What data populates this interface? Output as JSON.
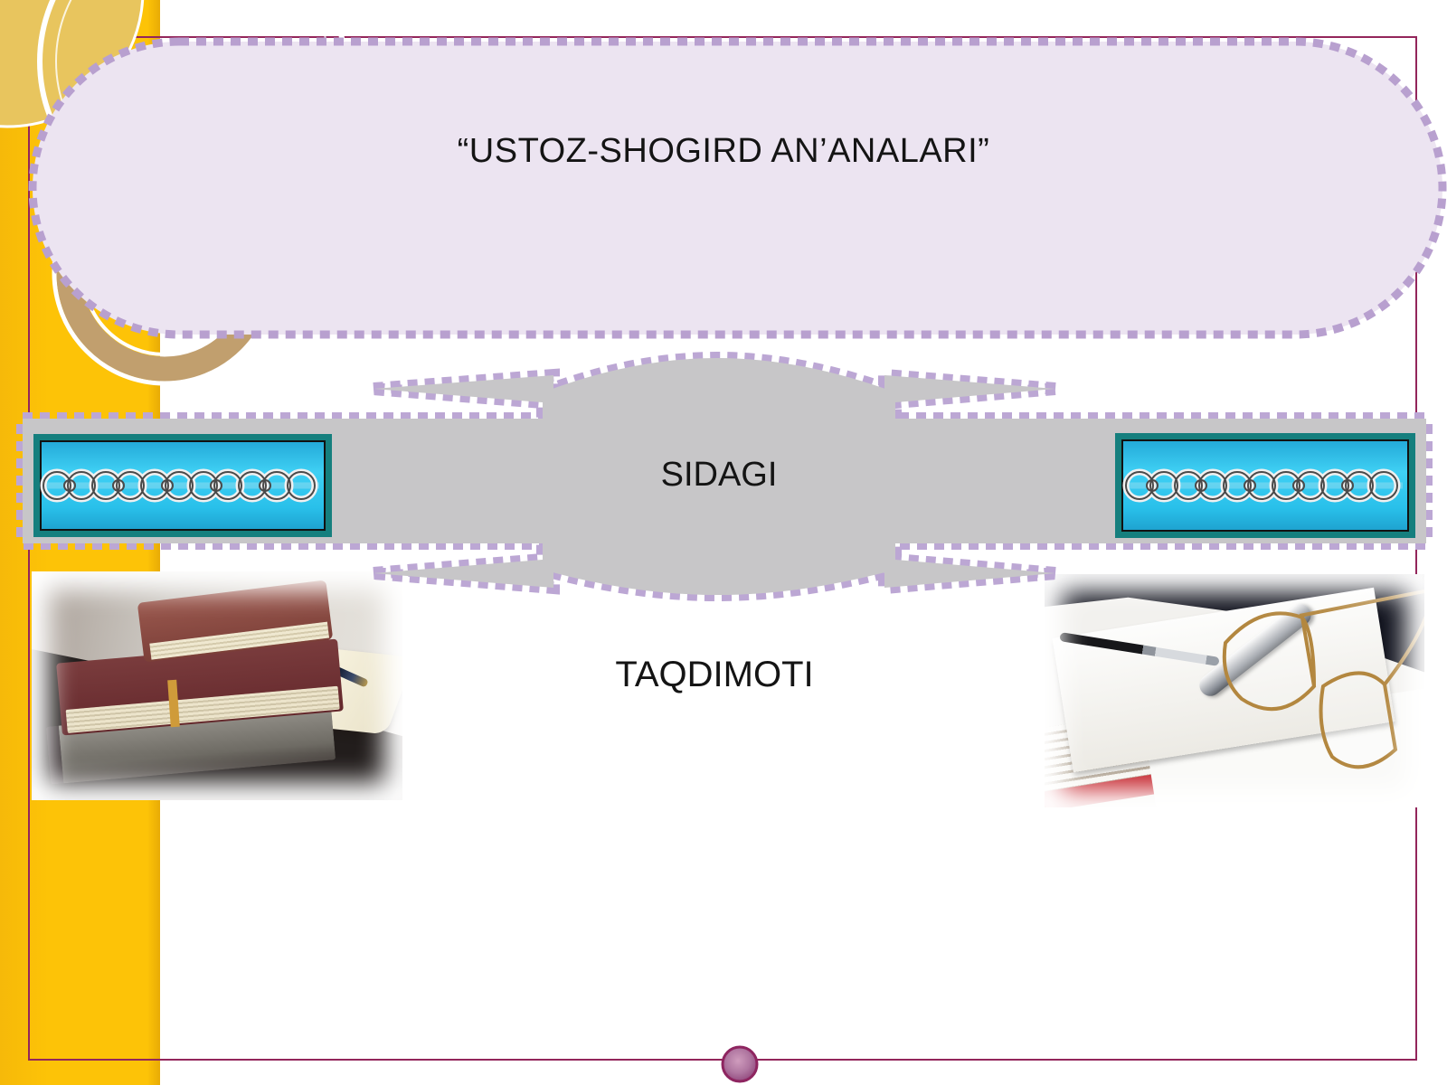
{
  "slide": {
    "title": {
      "text": "“USTOZ-SHOGIRD AN’ANALARI”"
    },
    "center_shape": {
      "label": "SIDAGI"
    },
    "caption": {
      "label": "TAQDIMOTI"
    },
    "images": {
      "left_ornament": "silver-scroll-ornament-border",
      "right_ornament": "silver-scroll-ornament-border",
      "left_photo": "stack-of-books-with-open-notebook-and-pen",
      "right_photo": "binder-of-papers-with-eyeglasses-and-pens"
    },
    "palette": {
      "accent_yellow_bar": "#fdc307",
      "frame_maroon": "#93265b",
      "dash_lavender": "#bca7d4",
      "title_shape_fill": "#ece4f1",
      "gray_shape_fill": "#c7c6c8",
      "ornament_cyan": "#29c0ea",
      "ornament_teal": "#157f7e",
      "gem_purple": "#a4639a"
    }
  }
}
